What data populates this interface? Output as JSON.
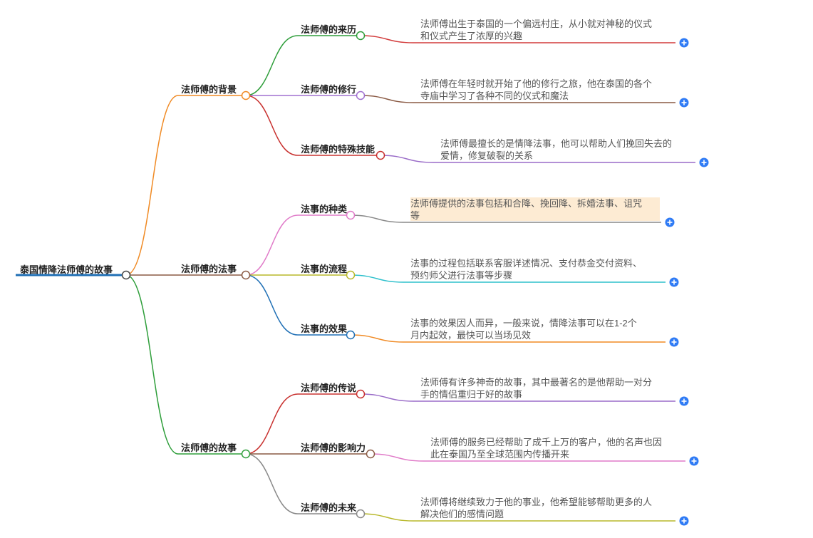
{
  "root": {
    "label": "泰国情降法师傅的故事"
  },
  "colors": {
    "root_line": "#1f6fb5",
    "expand_button": "#2f7bf5",
    "highlight_bg": "#fdebd3",
    "text": "#222222",
    "leaf_text": "#555555"
  },
  "branches": [
    {
      "label": "法师傅的背景",
      "color": "#f08a24",
      "children": [
        {
          "label": "法师傅的来历",
          "color": "#2e9e3a",
          "leaf_color": "#d23a3a",
          "lines": [
            "法师傅出生于泰国的一个偏远村庄，从小就对神秘的仪式",
            "和仪式产生了浓厚的兴趣"
          ]
        },
        {
          "label": "法师傅的修行",
          "color": "#a070d0",
          "leaf_color": "#8a5a44",
          "lines": [
            "法师傅在年轻时就开始了他的修行之旅，他在泰国的各个",
            "寺庙中学习了各种不同的仪式和魔法"
          ]
        },
        {
          "label": "法师傅的特殊技能",
          "color": "#c8302e",
          "leaf_color": "#9a6cc8",
          "lines": [
            "法师傅最擅长的是情降法事，他可以帮助人们挽回失去的",
            "爱情，修复破裂的关系"
          ]
        }
      ]
    },
    {
      "label": "法师傅的法事",
      "color": "#8a5a44",
      "children": [
        {
          "label": "法事的种类",
          "color": "#e07ac8",
          "leaf_color": "#888888",
          "highlight": true,
          "lines": [
            "法师傅提供的法事包括和合降、挽回降、拆婚法事、诅咒",
            "等"
          ]
        },
        {
          "label": "法事的流程",
          "color": "#b8b82a",
          "leaf_color": "#2ec0cc",
          "lines": [
            "法事的过程包括联系客服详述情况、支付恭金交付资料、",
            "预约师父进行法事等步骤"
          ]
        },
        {
          "label": "法事的效果",
          "color": "#1f6fb5",
          "leaf_color": "#f08a24",
          "lines": [
            "法事的效果因人而异，一般来说，情降法事可以在1-2个",
            "月内起效，最快可以当场见效"
          ]
        }
      ]
    },
    {
      "label": "法师傅的故事",
      "color": "#2e9e3a",
      "children": [
        {
          "label": "法师傅的传说",
          "color": "#c8302e",
          "leaf_color": "#9a6cc8",
          "lines": [
            "法师傅有许多神奇的故事，其中最著名的是他帮助一对分",
            "手的情侣重归于好的故事"
          ]
        },
        {
          "label": "法师傅的影响力",
          "color": "#8a5a44",
          "leaf_color": "#e07ac8",
          "lines": [
            "法师傅的服务已经帮助了成千上万的客户，他的名声也因",
            "此在泰国乃至全球范围内传播开来"
          ]
        },
        {
          "label": "法师傅的未来",
          "color": "#888888",
          "leaf_color": "#b8b82a",
          "lines": [
            "法师傅将继续致力于他的事业，他希望能够帮助更多的人",
            "解决他们的感情问题"
          ]
        }
      ]
    }
  ]
}
